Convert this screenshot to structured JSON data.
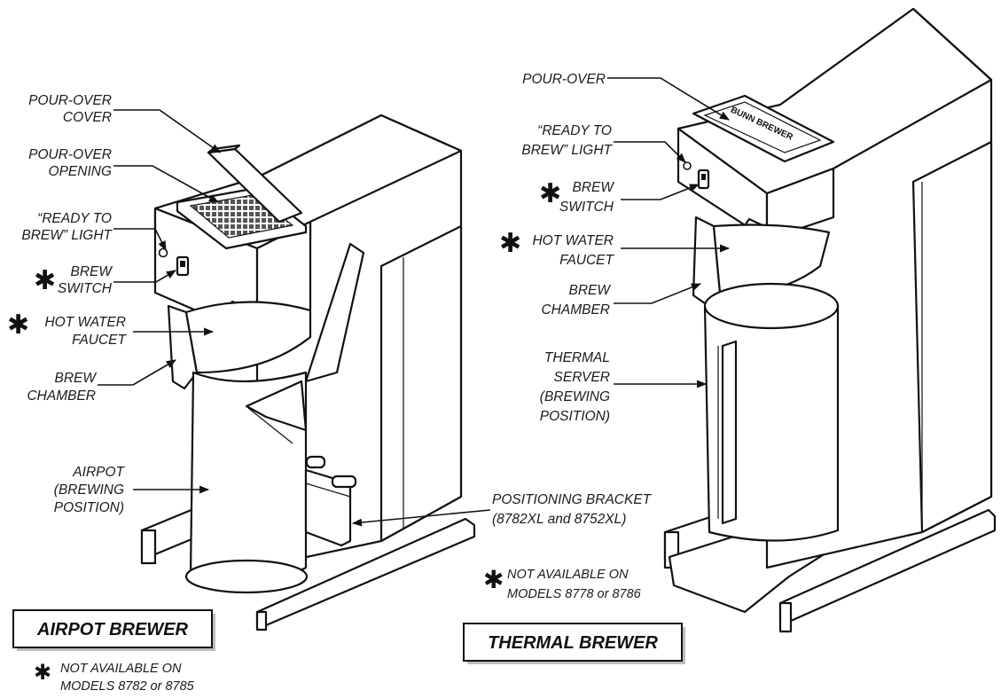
{
  "airpot": {
    "labels": {
      "pour_over_cover_1": "POUR-OVER",
      "pour_over_cover_2": "COVER",
      "pour_over_opening_1": "POUR-OVER",
      "pour_over_opening_2": "OPENING",
      "ready_light_1": "“READY TO",
      "ready_light_2": "BREW” LIGHT",
      "brew_switch_1": "BREW",
      "brew_switch_2": "SWITCH",
      "hot_water_1": "HOT WATER",
      "hot_water_2": "FAUCET",
      "brew_chamber_1": "BREW",
      "brew_chamber_2": "CHAMBER",
      "airpot_1": "AIRPOT",
      "airpot_2": "(BREWING",
      "airpot_3": "POSITION)"
    },
    "title": "AIRPOT BREWER",
    "note_1": "NOT AVAILABLE ON",
    "note_2": "MODELS 8782 or 8785"
  },
  "thermal": {
    "labels": {
      "pour_over": "POUR-OVER",
      "ready_light_1": "“READY TO",
      "ready_light_2": "BREW” LIGHT",
      "brew_switch_1": "BREW",
      "brew_switch_2": "SWITCH",
      "hot_water_1": "HOT WATER",
      "hot_water_2": "FAUCET",
      "brew_chamber_1": "BREW",
      "brew_chamber_2": "CHAMBER",
      "server_1": "THERMAL",
      "server_2": "SERVER",
      "server_3": "(BREWING",
      "server_4": "POSITION)"
    },
    "title": "THERMAL BREWER",
    "note_1": "NOT AVAILABLE ON",
    "note_2": "MODELS 8778 or 8786",
    "logo_text": "BUNN BREWER"
  },
  "bracket": {
    "line_1": "POSITIONING BRACKET",
    "line_2": "(8782XL and 8752XL)"
  },
  "asterisk": "✱"
}
